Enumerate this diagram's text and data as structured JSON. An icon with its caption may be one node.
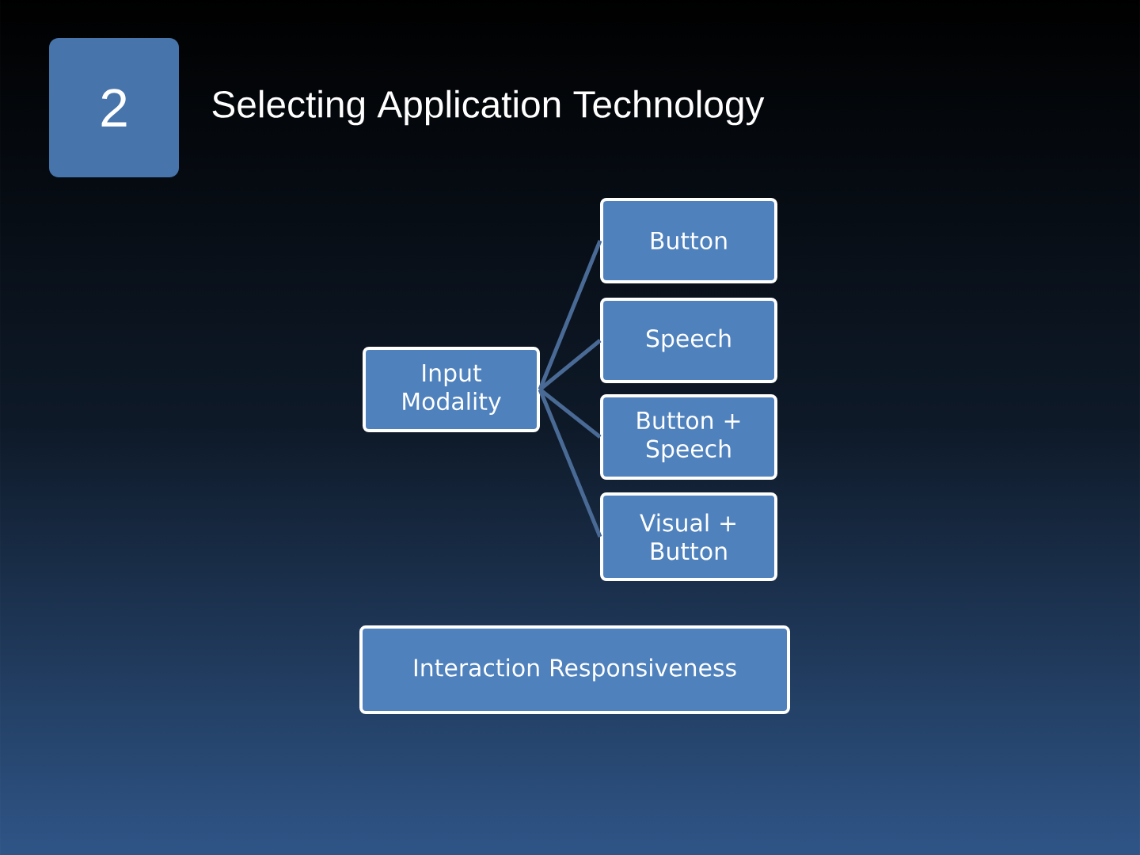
{
  "diagram": {
    "title": "Selecting Application Technology",
    "nodes": [
      {
        "text": [
          "2"
        ]
      },
      {
        "text": [
          "Input Modality"
        ]
      },
      {
        "text": [
          "Button"
        ]
      },
      {
        "text": [
          "Speech"
        ]
      },
      {
        "text": [
          "Button + Speech"
        ]
      },
      {
        "text": [
          "Visual + Button"
        ]
      },
      {
        "text": [
          "Interaction Responsiveness"
        ]
      }
    ],
    "edges": [
      {
        "from": 1,
        "to": 2,
        "arrow": "none"
      },
      {
        "from": 1,
        "to": 3,
        "arrow": "none"
      },
      {
        "from": 1,
        "to": 4,
        "arrow": "none"
      },
      {
        "from": 1,
        "to": 5,
        "arrow": "none"
      }
    ]
  }
}
